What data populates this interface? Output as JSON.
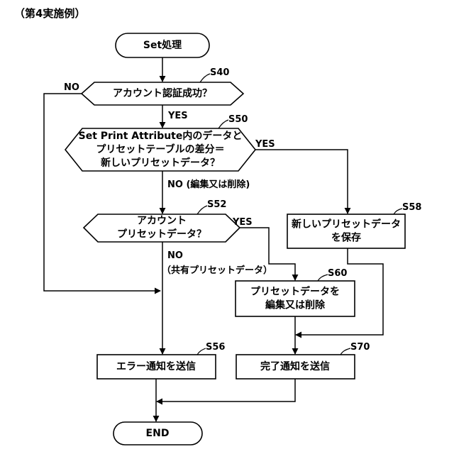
{
  "caption": "（第4実施例）",
  "nodes": {
    "start": {
      "text": [
        "Set処理"
      ]
    },
    "d_s40": {
      "text": [
        "アカウント認証成功？"
      ],
      "step": "S40"
    },
    "d_s50": {
      "text": [
        "Set Print Attribute内のデータと",
        "プリセットテーブルの差分＝",
        "新しいプリセットデータ？"
      ],
      "step": "S50"
    },
    "d_s52": {
      "text": [
        "アカウント",
        "プリセットデータ？"
      ],
      "step": "S52"
    },
    "p_s58": {
      "text": [
        "新しいプリセットデータ",
        "を保存"
      ],
      "step": "S58"
    },
    "p_s60": {
      "text": [
        "プリセットデータを",
        "編集又は削除"
      ],
      "step": "S60"
    },
    "p_s56": {
      "text": [
        "エラー通知を送信"
      ],
      "step": "S56"
    },
    "p_s70": {
      "text": [
        "完了通知を送信"
      ],
      "step": "S70"
    },
    "end": {
      "text": [
        "END"
      ]
    }
  },
  "branches": {
    "s40_no": "NO",
    "s40_yes": "YES",
    "s50_yes": "YES",
    "s50_no": "NO (編集又は削除)",
    "s52_yes": "YES",
    "s52_no_1": "NO",
    "s52_no_2": "（共有プリセットデータ）"
  }
}
